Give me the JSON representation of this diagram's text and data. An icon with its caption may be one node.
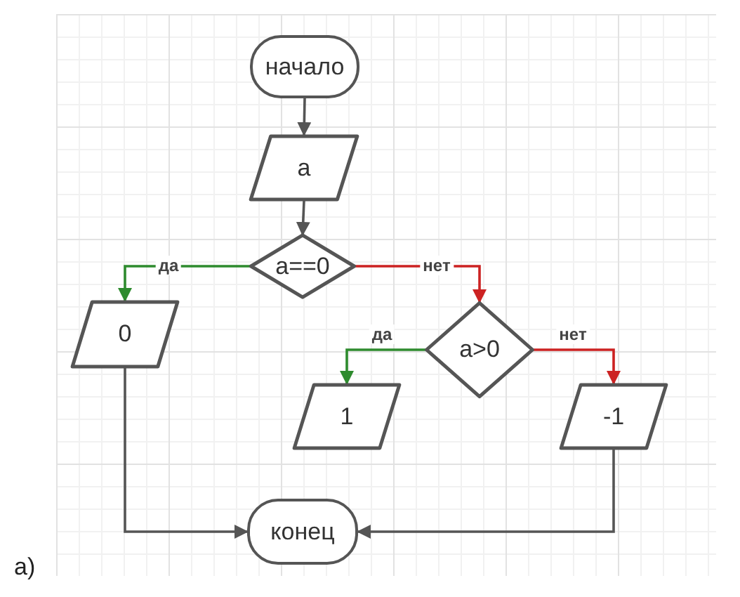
{
  "diagram": {
    "nodes": [
      {
        "text": [
          "начало"
        ]
      },
      {
        "text": [
          "a"
        ]
      },
      {
        "text": [
          "a==0"
        ]
      },
      {
        "text": [
          "0"
        ]
      },
      {
        "text": [
          "a>0"
        ]
      },
      {
        "text": [
          "1"
        ]
      },
      {
        "text": [
          "-1"
        ]
      },
      {
        "text": [
          "конец"
        ]
      }
    ],
    "edges": [
      {
        "from": 0,
        "to": 1,
        "arrow": "to"
      },
      {
        "from": 1,
        "to": 2,
        "arrow": "to"
      },
      {
        "from": 2,
        "to": 3,
        "arrow": "to",
        "label": "да",
        "color": "#2e8b2e"
      },
      {
        "from": 2,
        "to": 4,
        "arrow": "to",
        "label": "нет",
        "color": "#cc2222"
      },
      {
        "from": 4,
        "to": 5,
        "arrow": "to",
        "label": "да",
        "color": "#2e8b2e"
      },
      {
        "from": 4,
        "to": 6,
        "arrow": "to",
        "label": "нет",
        "color": "#cc2222"
      },
      {
        "from": 3,
        "to": 7,
        "arrow": "to"
      },
      {
        "from": 6,
        "to": 7,
        "arrow": "to"
      }
    ],
    "labels": [
      "a)"
    ]
  }
}
